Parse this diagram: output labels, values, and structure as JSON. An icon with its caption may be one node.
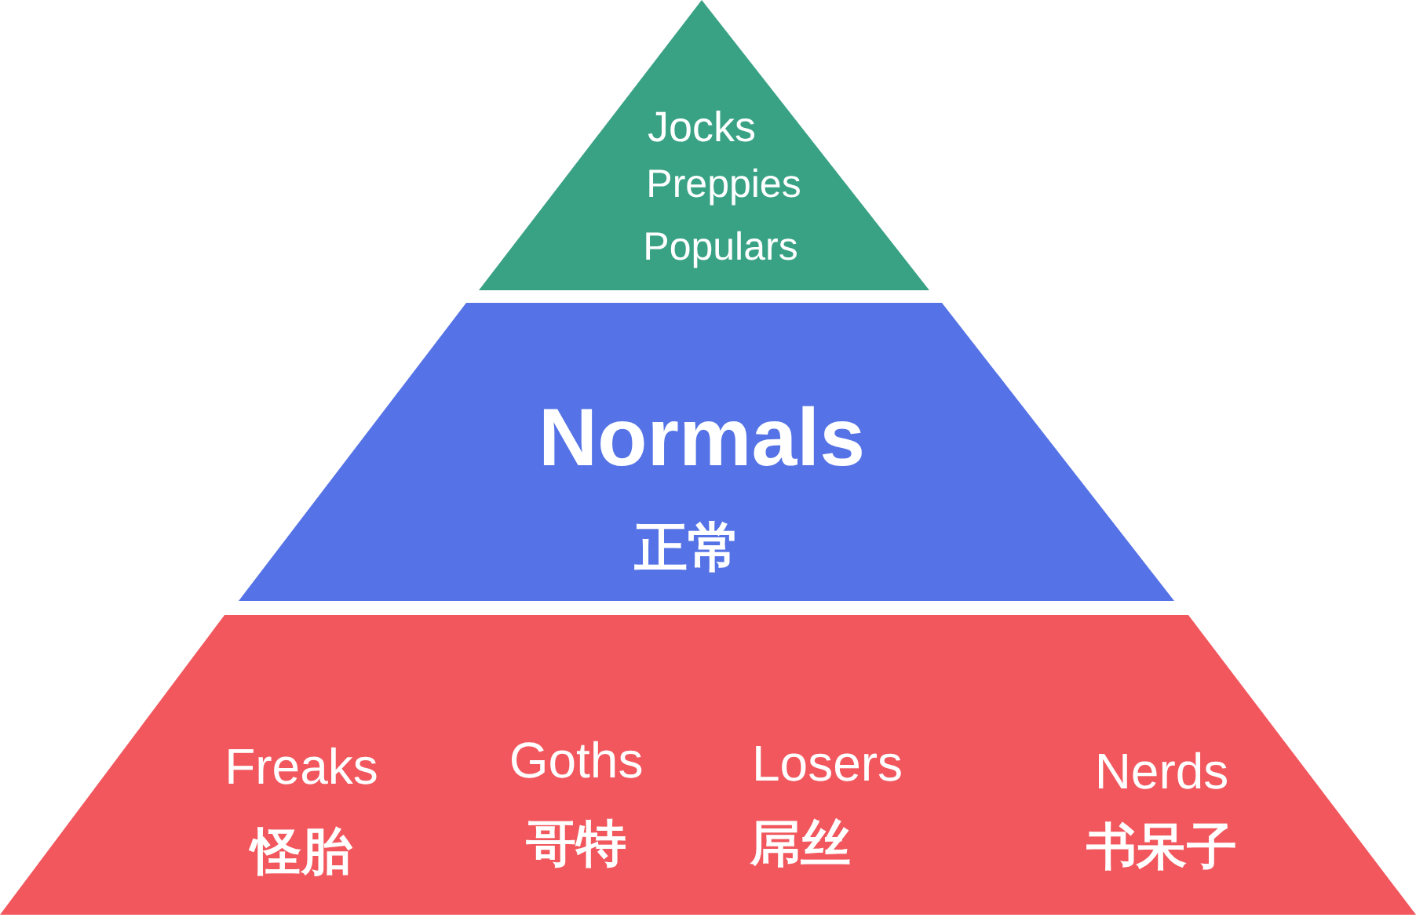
{
  "diagram": {
    "nodes": [
      {
        "text": [
          "Jocks",
          "Preppies",
          "Populars"
        ]
      },
      {
        "text": [
          "Normals",
          "正常"
        ]
      },
      {
        "text": [
          "Freaks",
          "怪胎",
          "Goths",
          "哥特",
          "Losers",
          "屌丝",
          "Nerds",
          "书呆子"
        ]
      }
    ]
  }
}
